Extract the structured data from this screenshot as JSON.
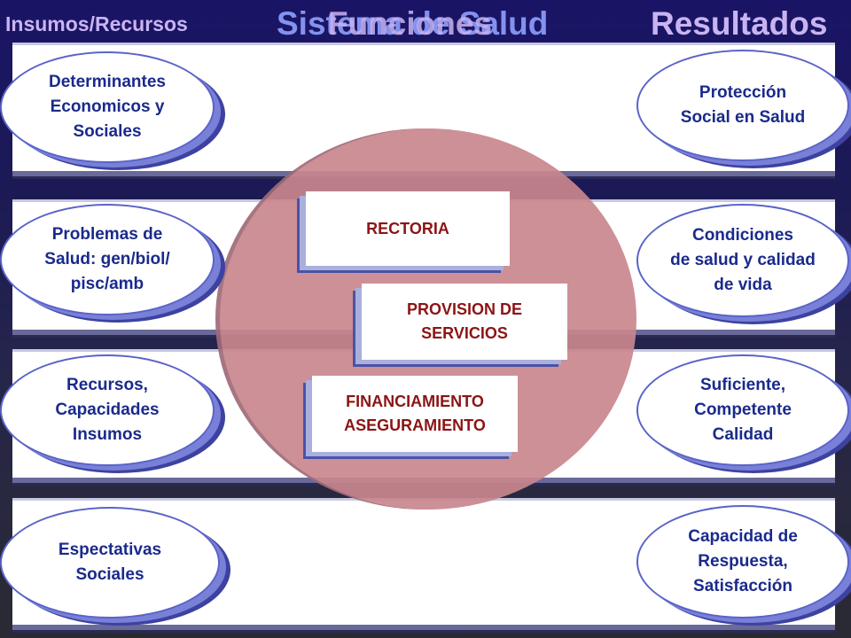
{
  "header": {
    "left": "Insumos/Recursos",
    "center_a": "Sistema de Salud",
    "center_b": "Funciones",
    "right": "Resultados"
  },
  "inputs": [
    "Determinantes\nEconomicos y\nSociales",
    "Problemas de\nSalud: gen/biol/\npisc/amb",
    "Recursos,\nCapacidades\nInsumos",
    "Espectativas\nSociales"
  ],
  "functions": [
    "RECTORIA",
    "PROVISION DE\nSERVICIOS",
    "FINANCIAMIENTO\nASEGURAMIENTO"
  ],
  "outputs": [
    "Protección\nSocial en Salud",
    "Condiciones\nde salud y calidad\nde vida",
    "Suficiente,\nCompetente\nCalidad",
    "Capacidad de\nRespuesta,\nSatisfacción"
  ],
  "colors": {
    "oval_text": "#1a2a8c",
    "function_text": "#8c1414",
    "center_circle": "#c9878e"
  }
}
